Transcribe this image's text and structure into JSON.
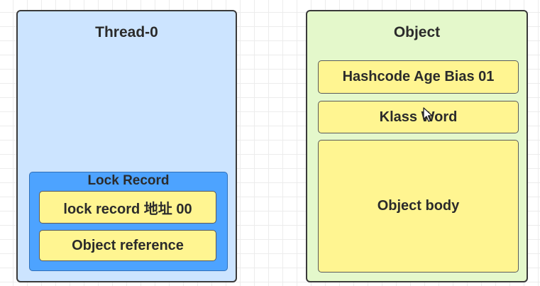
{
  "thread": {
    "title": "Thread-0",
    "lock_record": {
      "title": "Lock Record",
      "address_field": "lock  record 地址 00",
      "reference_field": "Object reference"
    }
  },
  "object": {
    "title": "Object",
    "mark_word": "Hashcode Age Bias 01",
    "klass_word": "Klass Word",
    "body": "Object body"
  },
  "colors": {
    "thread_panel": "#cce4ff",
    "lock_record": "#4da3ff",
    "object_panel": "#e4f8cb",
    "field": "#fff591"
  },
  "icons": {
    "pointer": "mouse-pointer-icon"
  }
}
